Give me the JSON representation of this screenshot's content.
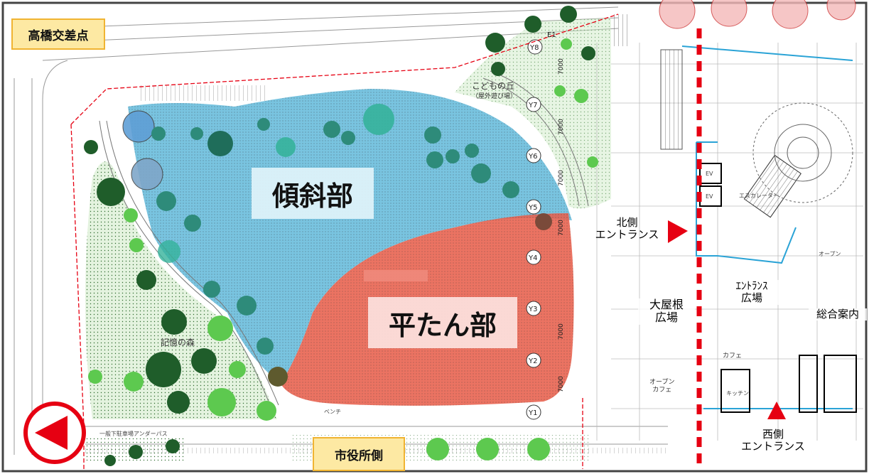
{
  "labels": {
    "intersection": "高橋交差点",
    "city_hall_side": "市役所側",
    "slope": "傾斜部",
    "flat": "平たん部",
    "north_entrance_line1": "北側",
    "north_entrance_line2": "エントランス",
    "west_entrance_line1": "西側",
    "west_entrance_line2": "エントランス",
    "roof_plaza_line1": "大屋根",
    "roof_plaza_line2": "広場",
    "entrance_plaza_line1": "ｴﾝﾄﾗﾝｽ",
    "entrance_plaza_line2": "広場",
    "info_desk": "総合案内",
    "kids_hill": "こどもの丘",
    "kids_hill_sub": "（屋外遊び場）",
    "memory_forest": "記憶の森",
    "cafe": "カフェ",
    "open_cafe_line1": "オープン",
    "open_cafe_line2": "カフェ",
    "kitchen": "キッチン",
    "escalator": "エスカレーター",
    "ev1": "EV",
    "ev2": "EV",
    "open_top": "オープン",
    "bench": "ベンチ",
    "underpass": "一般下駐車場アンダーパス"
  },
  "grid": {
    "rows": [
      "Y8",
      "Y7",
      "Y6",
      "Y5",
      "Y4",
      "Y3",
      "Y2",
      "Y1"
    ],
    "e1": "E1",
    "spans": [
      "7000",
      "7000",
      "7000",
      "7000",
      "7000",
      "7000"
    ]
  },
  "colors": {
    "slope_fill": "#5bb7d9",
    "flat_fill": "#e8604c",
    "boundary_red": "#e60012",
    "tag_fill": "#fde9a3",
    "tag_border": "#f0b432",
    "tree_dark": "#1f5d2a",
    "tree_light": "#5dc94f"
  },
  "icons": {
    "back_button": "left-triangle-circle-icon",
    "north_arrow": "entrance-arrow-right-icon",
    "west_arrow": "entrance-arrow-up-icon"
  }
}
